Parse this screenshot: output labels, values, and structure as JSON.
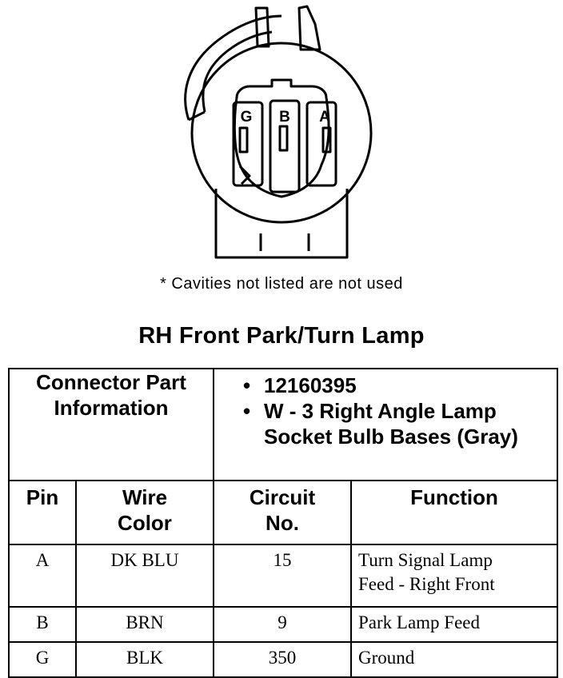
{
  "connector": {
    "cavities": [
      "G",
      "B",
      "A"
    ]
  },
  "footnote": "* Cavities not listed are not used",
  "title": "RH Front Park/Turn Lamp",
  "connector_info": {
    "label_line1": "Connector Part",
    "label_line2": "Information",
    "items": [
      "12160395",
      "W - 3 Right Angle Lamp Socket Bulb Bases (Gray)"
    ]
  },
  "columns": {
    "pin": "Pin",
    "wire_color_line1": "Wire",
    "wire_color_line2": "Color",
    "circuit_line1": "Circuit",
    "circuit_line2": "No.",
    "function": "Function"
  },
  "rows": [
    {
      "pin": "A",
      "wire_color": "DK BLU",
      "circuit": "15",
      "function_line1": "Turn Signal Lamp",
      "function_line2": "Feed - Right Front"
    },
    {
      "pin": "B",
      "wire_color": "BRN",
      "circuit": "9",
      "function_line1": "Park Lamp Feed",
      "function_line2": ""
    },
    {
      "pin": "G",
      "wire_color": "BLK",
      "circuit": "350",
      "function_line1": "Ground",
      "function_line2": ""
    }
  ]
}
